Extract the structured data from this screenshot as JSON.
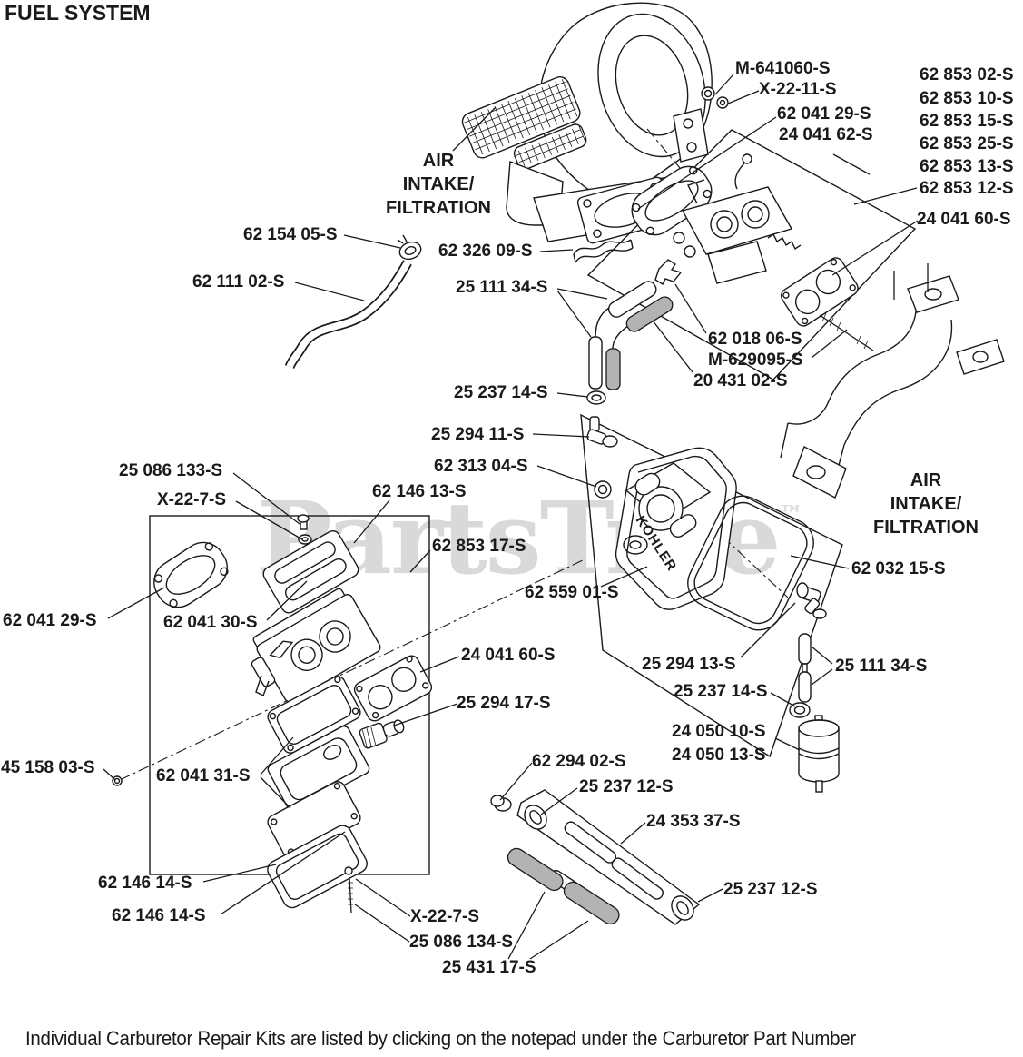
{
  "title": "FUEL SYSTEM",
  "watermark": {
    "text": "PartsTree",
    "tm": "™"
  },
  "footer": "Individual Carburetor Repair Kits are listed by clicking on the notepad under the Carburetor Part Number",
  "brand_logo": "KOHLER",
  "annotations": {
    "air_intake_left": {
      "line1": "AIR",
      "line2": "INTAKE/",
      "line3": "FILTRATION"
    },
    "air_intake_right": {
      "line1": "AIR",
      "line2": "INTAKE/",
      "line3": "FILTRATION"
    }
  },
  "part_labels": [
    {
      "text": "M-641060-S"
    },
    {
      "text": "X-22-11-S"
    },
    {
      "text": "62 041 29-S"
    },
    {
      "text": "24 041 62-S"
    },
    {
      "text": "62 853 02-S"
    },
    {
      "text": "62 853 10-S"
    },
    {
      "text": "62 853 15-S"
    },
    {
      "text": "62 853 25-S"
    },
    {
      "text": "62 853 13-S"
    },
    {
      "text": "62 853 12-S"
    },
    {
      "text": "24 041 60-S"
    },
    {
      "text": "62 154 05-S"
    },
    {
      "text": "62 326 09-S"
    },
    {
      "text": "62 111 02-S"
    },
    {
      "text": "25 111 34-S"
    },
    {
      "text": "62 018 06-S"
    },
    {
      "text": "M-629095-S"
    },
    {
      "text": "20 431 02-S"
    },
    {
      "text": "25 237 14-S"
    },
    {
      "text": "25 294 11-S"
    },
    {
      "text": "62 313 04-S"
    },
    {
      "text": "25 086 133-S"
    },
    {
      "text": "X-22-7-S"
    },
    {
      "text": "62 146 13-S"
    },
    {
      "text": "62 853 17-S"
    },
    {
      "text": "62 559 01-S"
    },
    {
      "text": "62 032 15-S"
    },
    {
      "text": "62 041 29-S"
    },
    {
      "text": "62 041 30-S"
    },
    {
      "text": "24 041 60-S"
    },
    {
      "text": "25 294 17-S"
    },
    {
      "text": "25 294 13-S"
    },
    {
      "text": "25 111 34-S"
    },
    {
      "text": "25 237 14-S"
    },
    {
      "text": "24 050 10-S"
    },
    {
      "text": "24 050 13-S"
    },
    {
      "text": "45 158 03-S"
    },
    {
      "text": "62 041 31-S"
    },
    {
      "text": "62 294 02-S"
    },
    {
      "text": "25 237 12-S"
    },
    {
      "text": "24 353 37-S"
    },
    {
      "text": "25 237 12-S"
    },
    {
      "text": "62 146 14-S"
    },
    {
      "text": "62 146 14-S"
    },
    {
      "text": "X-22-7-S"
    },
    {
      "text": "25 086 134-S"
    },
    {
      "text": "25 431 17-S"
    }
  ]
}
